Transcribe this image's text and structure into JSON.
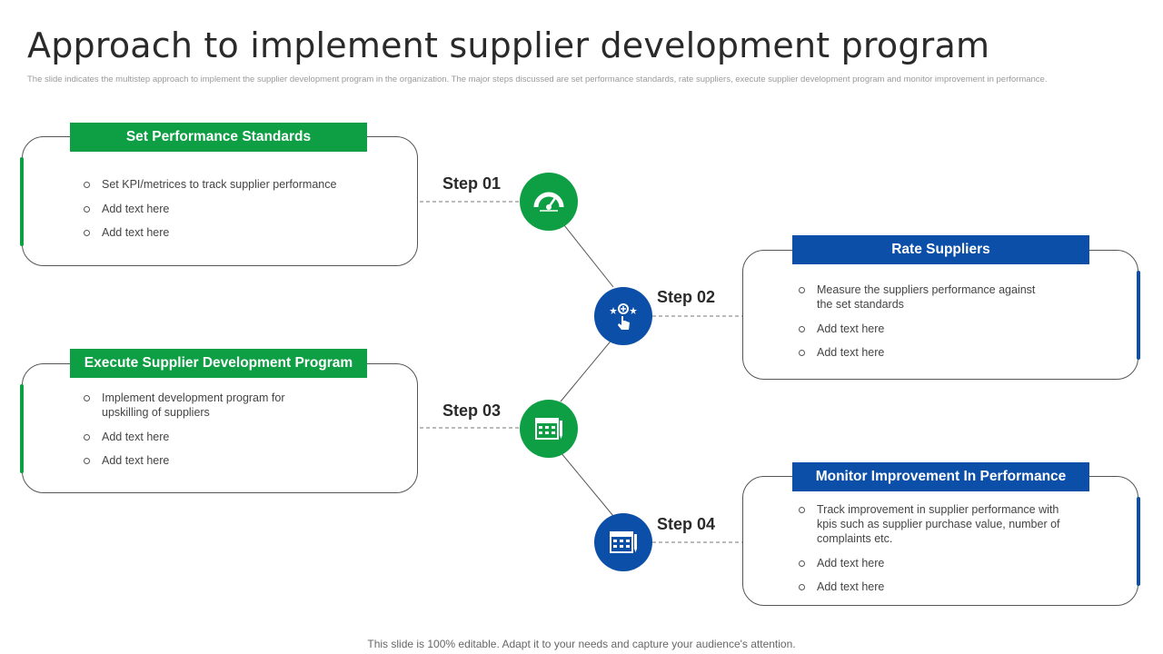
{
  "slide": {
    "title": "Approach to implement supplier development program",
    "subtitle": "The slide indicates the multistep approach to implement  the supplier development  program in the organization. The major steps discussed are  set performance standards, rate suppliers, execute supplier development program and monitor improvement in performance.",
    "footer": "This slide is 100% editable. Adapt it to your needs and capture your audience's attention."
  },
  "colors": {
    "green": "#0e9f44",
    "blue": "#0c4fa8"
  },
  "steps": [
    {
      "label": "Step 01",
      "header": "Set Performance Standards",
      "icon": "speedometer-icon",
      "bullets": [
        "Set KPI/metrices to track supplier performance",
        "Add text here",
        "Add text here"
      ]
    },
    {
      "label": "Step 02",
      "header": "Rate Suppliers",
      "icon": "rating-hand-icon",
      "bullets": [
        "Measure the suppliers performance  against the set standards",
        "Add text here",
        "Add text here"
      ]
    },
    {
      "label": "Step 03",
      "header": "Execute Supplier Development Program",
      "icon": "calendar-plan-icon",
      "bullets": [
        "Implement development  program for upskilling of suppliers",
        "Add text here",
        "Add text here"
      ]
    },
    {
      "label": "Step 04",
      "header": "Monitor Improvement In Performance",
      "icon": "calendar-chart-icon",
      "bullets": [
        "Track improvement  in supplier performance  with kpis such as supplier purchase value,  number of complaints etc.",
        "Add text here",
        "Add text here"
      ]
    }
  ]
}
